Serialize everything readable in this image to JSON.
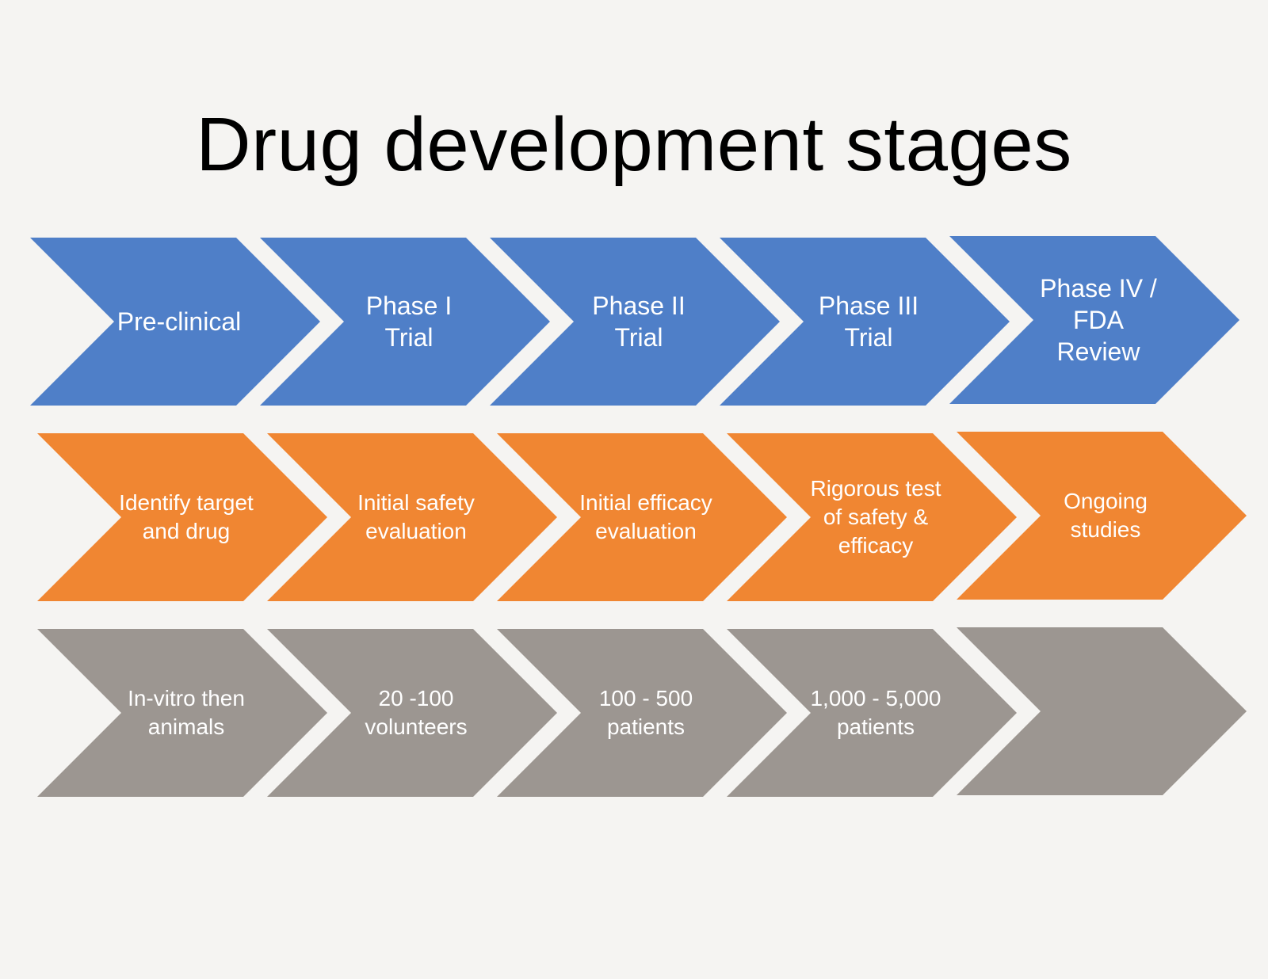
{
  "title": "Drug development stages",
  "colors": {
    "background": "#f5f4f2",
    "stage_row": "#4f7fc8",
    "purpose_row": "#f08632",
    "subjects_row": "#9c9691"
  },
  "stages": [
    "Pre-clinical",
    "Phase I\nTrial",
    "Phase II\nTrial",
    "Phase III\nTrial",
    "Phase IV /\nFDA\nReview"
  ],
  "purposes": [
    "Identify target\nand drug",
    "Initial safety\nevaluation",
    "Initial efficacy\nevaluation",
    "Rigorous test\nof safety &\nefficacy",
    "Ongoing\nstudies"
  ],
  "subjects": [
    "In-vitro then\nanimals",
    "20 -100\nvolunteers",
    "100 - 500\npatients",
    "1,000 - 5,000\npatients",
    ""
  ]
}
